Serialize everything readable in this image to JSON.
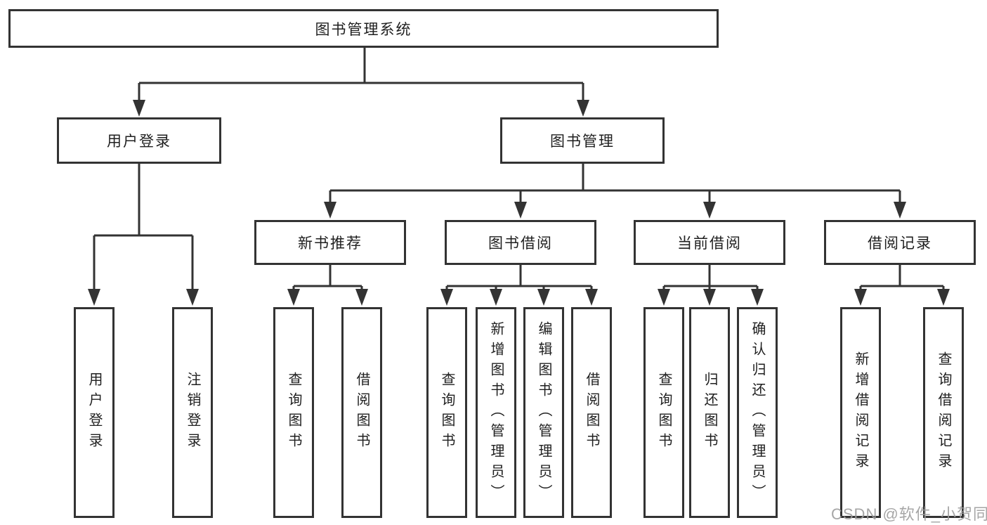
{
  "tree": {
    "root": {
      "label": "图书管理系统"
    },
    "branches": [
      {
        "label": "用户登录",
        "children": [
          {
            "label": "用户登录"
          },
          {
            "label": "注销登录"
          }
        ]
      },
      {
        "label": "图书管理",
        "children": [
          {
            "label": "新书推荐",
            "children": [
              {
                "label": "查询图书"
              },
              {
                "label": "借阅图书"
              }
            ]
          },
          {
            "label": "图书借阅",
            "children": [
              {
                "label": "查询图书"
              },
              {
                "label": "新增图书（管理员）"
              },
              {
                "label": "编辑图书（管理员）"
              },
              {
                "label": "借阅图书"
              }
            ]
          },
          {
            "label": "当前借阅",
            "children": [
              {
                "label": "查询图书"
              },
              {
                "label": "归还图书"
              },
              {
                "label": "确认归还（管理员）"
              }
            ]
          },
          {
            "label": "借阅记录",
            "children": [
              {
                "label": "新增借阅记录"
              },
              {
                "label": "查询借阅记录"
              }
            ]
          }
        ]
      }
    ]
  },
  "watermark": {
    "text": "CSDN @软件_小贺同学",
    "color": "#9d9d9d"
  },
  "colors": {
    "line": "#333333",
    "text": "#1f1f1f",
    "bg": "#ffffff"
  }
}
